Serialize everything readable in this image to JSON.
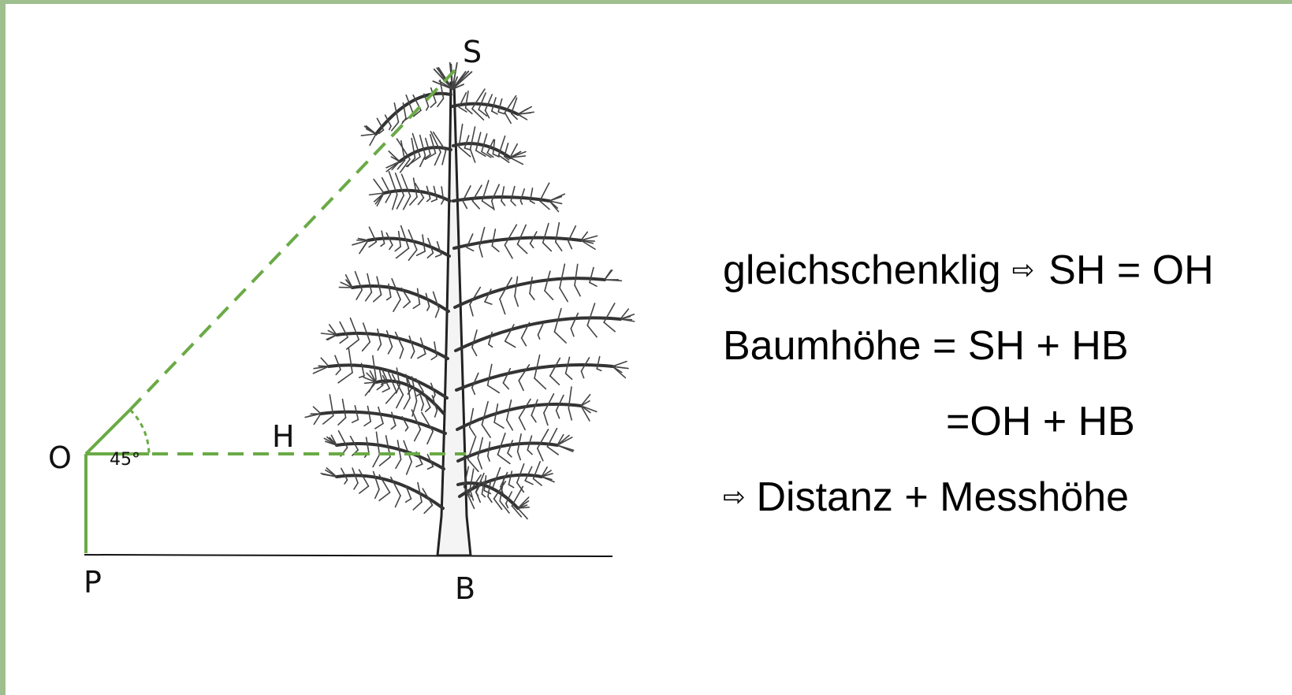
{
  "points": {
    "S": "S",
    "O": "O",
    "H": "H",
    "P": "P",
    "B": "B"
  },
  "angle_label": "45°",
  "formulas": {
    "line1_left": "gleichschenklig",
    "line1_right": "SH = OH",
    "line2": "Baumhöhe = SH + HB",
    "line3": "=OH + HB",
    "line4": "Distanz + Messhöhe"
  },
  "icons": {
    "implies_arrow": "⇨"
  },
  "colors": {
    "construction_green": "#6aaa46",
    "frame_green": "#9fbf8e",
    "ground_line": "#111111"
  }
}
